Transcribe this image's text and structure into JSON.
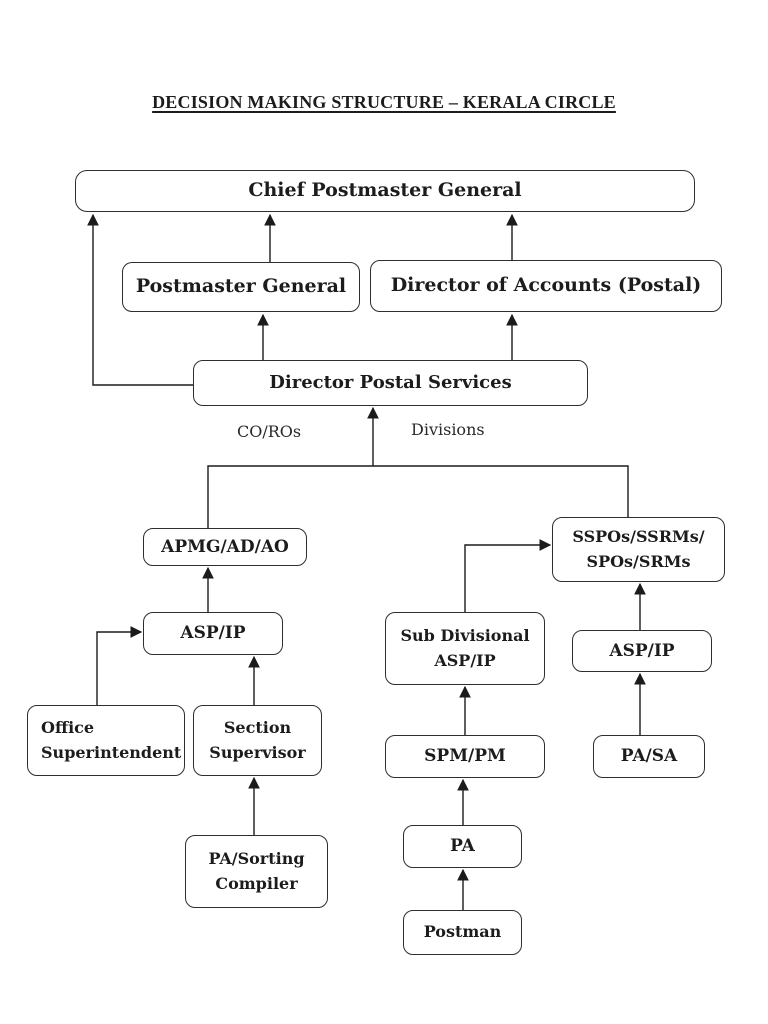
{
  "page": {
    "title": "DECISION MAKING STRUCTURE – KERALA CIRCLE"
  },
  "annotations": {
    "co_ros": "CO/ROs",
    "divisions": "Divisions"
  },
  "nodes": {
    "chief_postmaster_general": {
      "lines": [
        "Chief Postmaster General"
      ]
    },
    "postmaster_general": {
      "lines": [
        "Postmaster General"
      ]
    },
    "director_of_accounts": {
      "lines": [
        "Director of Accounts (Postal)"
      ]
    },
    "director_postal_services": {
      "lines": [
        "Director Postal Services"
      ]
    },
    "apmg_ad_ao": {
      "lines": [
        "APMG/AD/AO"
      ]
    },
    "asp_ip_left": {
      "lines": [
        "ASP/IP"
      ]
    },
    "office_superintendent": {
      "lines": [
        "Office",
        "Superintendent"
      ]
    },
    "section_supervisor": {
      "lines": [
        "Section",
        "Supervisor"
      ]
    },
    "pa_sorting_compiler": {
      "lines": [
        "PA/Sorting",
        "Compiler"
      ]
    },
    "sub_divisional_asp_ip": {
      "lines": [
        "Sub Divisional",
        "ASP/IP"
      ]
    },
    "spm_pm": {
      "lines": [
        "SPM/PM"
      ]
    },
    "pa": {
      "lines": [
        "PA"
      ]
    },
    "postman": {
      "lines": [
        "Postman"
      ]
    },
    "sspos_ssrms_spos_srms": {
      "lines": [
        "SSPOs/SSRMs/",
        "SPOs/SRMs"
      ]
    },
    "asp_ip_right": {
      "lines": [
        "ASP/IP"
      ]
    },
    "pa_sa": {
      "lines": [
        "PA/SA"
      ]
    }
  },
  "colors": {
    "background": "#ffffff",
    "box_border": "#2e2e2e",
    "connector_line": "#1b1b1b",
    "text": "#1c1c1c"
  }
}
